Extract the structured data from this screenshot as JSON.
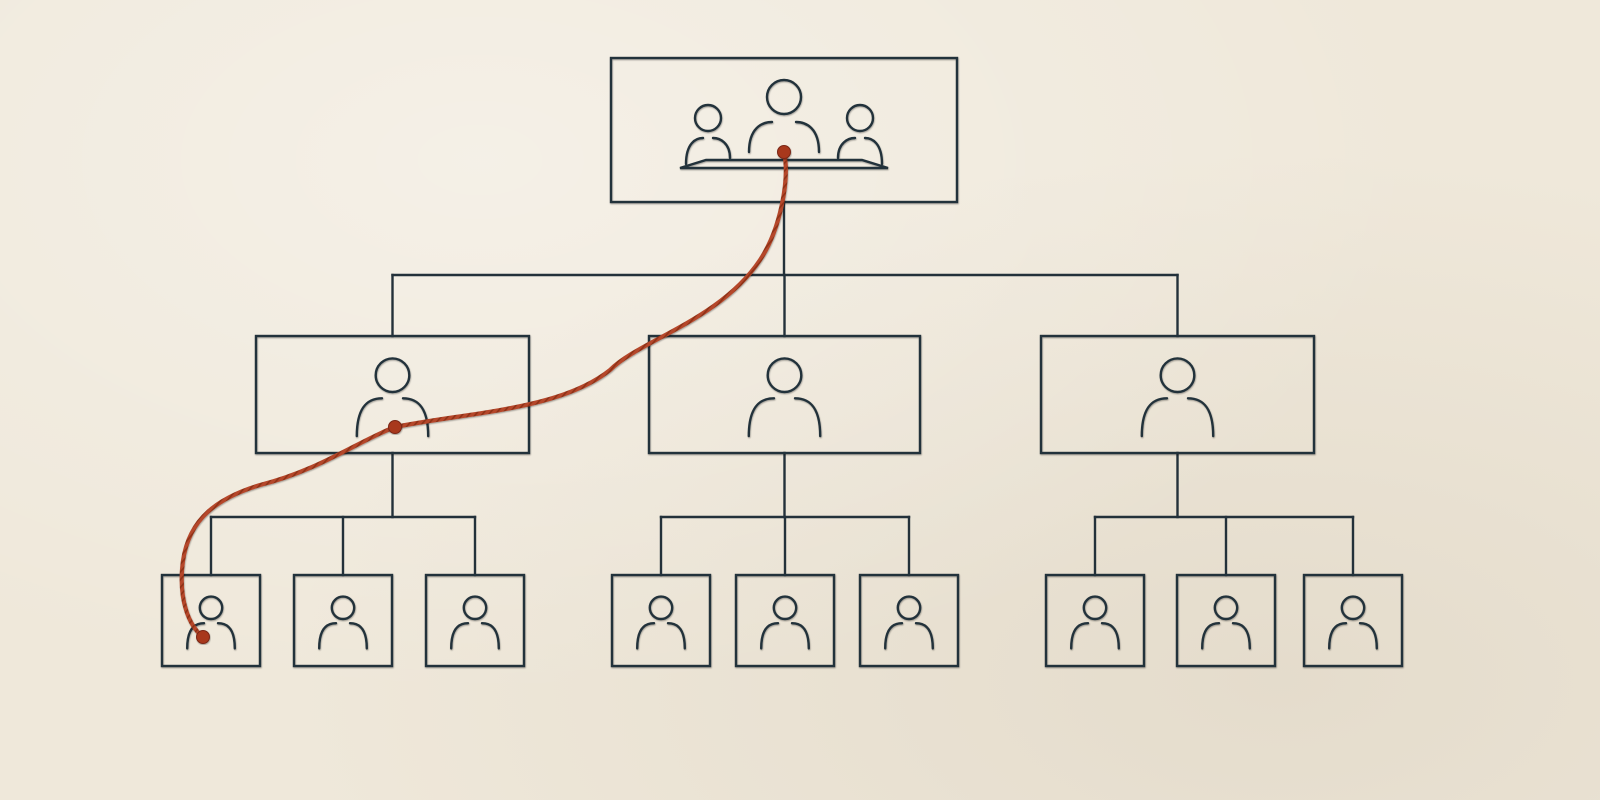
{
  "colors": {
    "paper": "#efe8da",
    "ink": "#23313a",
    "string": "#b5462a",
    "knot": "#a8381f"
  },
  "org_chart": {
    "top": {
      "id": "leadership",
      "icon": "group-of-three-at-table-icon",
      "children": [
        {
          "id": "manager-left",
          "icon": "person-icon",
          "children": [
            {
              "id": "member-l1",
              "icon": "person-icon"
            },
            {
              "id": "member-l2",
              "icon": "person-icon"
            },
            {
              "id": "member-l3",
              "icon": "person-icon"
            }
          ]
        },
        {
          "id": "manager-center",
          "icon": "person-icon",
          "children": [
            {
              "id": "member-c1",
              "icon": "person-icon"
            },
            {
              "id": "member-c2",
              "icon": "person-icon"
            },
            {
              "id": "member-c3",
              "icon": "person-icon"
            }
          ]
        },
        {
          "id": "manager-right",
          "icon": "person-icon",
          "children": [
            {
              "id": "member-r1",
              "icon": "person-icon"
            },
            {
              "id": "member-r2",
              "icon": "person-icon"
            },
            {
              "id": "member-r3",
              "icon": "person-icon"
            }
          ]
        }
      ]
    }
  },
  "red_string_path": {
    "description_free": true,
    "from": "leadership",
    "via": "manager-left",
    "to": "member-l1"
  }
}
